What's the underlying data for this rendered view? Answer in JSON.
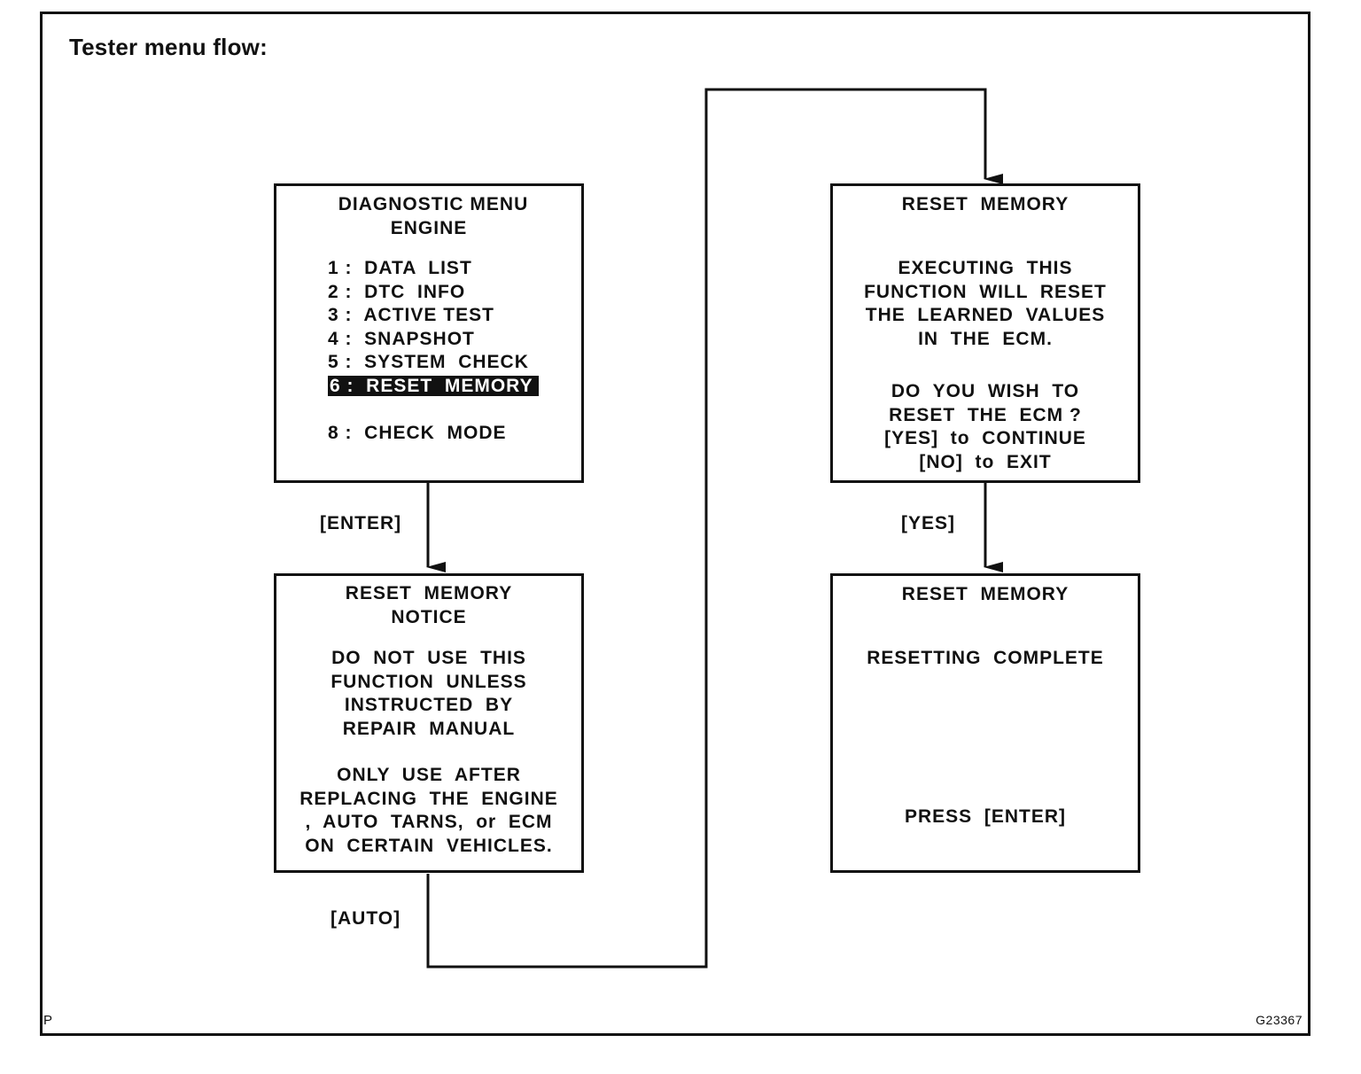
{
  "title": "Tester menu flow:",
  "diagnostic_menu": {
    "heading": [
      "DIAGNOSTIC MENU",
      "ENGINE"
    ],
    "items": [
      {
        "label": "1 :  DATA  LIST",
        "selected": false
      },
      {
        "label": "2 :  DTC  INFO",
        "selected": false
      },
      {
        "label": "3 :  ACTIVE TEST",
        "selected": false
      },
      {
        "label": "4 :  SNAPSHOT",
        "selected": false
      },
      {
        "label": "5 :  SYSTEM  CHECK",
        "selected": false
      },
      {
        "label": "6 :  RESET  MEMORY",
        "selected": true
      },
      {
        "label": "8 :  CHECK  MODE",
        "selected": false
      }
    ]
  },
  "notice_screen": {
    "heading": [
      "RESET  MEMORY",
      "NOTICE"
    ],
    "paragraph1": [
      "DO  NOT  USE  THIS",
      "FUNCTION  UNLESS",
      "INSTRUCTED  BY",
      "REPAIR  MANUAL"
    ],
    "paragraph2": [
      "ONLY  USE  AFTER",
      "REPLACING  THE  ENGINE",
      ",  AUTO  TARNS,  or  ECM",
      "ON  CERTAIN  VEHICLES."
    ]
  },
  "confirm_screen": {
    "heading": "RESET  MEMORY",
    "paragraph1": [
      "EXECUTING  THIS",
      "FUNCTION  WILL  RESET",
      "THE  LEARNED  VALUES",
      "IN  THE  ECM."
    ],
    "paragraph2": [
      "DO  YOU  WISH  TO",
      "RESET  THE  ECM ?",
      "[YES]  to  CONTINUE",
      "[NO]  to  EXIT"
    ]
  },
  "complete_screen": {
    "heading": "RESET  MEMORY",
    "message": "RESETTING  COMPLETE",
    "prompt": "PRESS  [ENTER]"
  },
  "transitions": {
    "enter": "[ENTER]",
    "auto": "[AUTO]",
    "yes": "[YES]"
  },
  "footer": {
    "left_mark": "P",
    "figure_id": "G23367"
  }
}
